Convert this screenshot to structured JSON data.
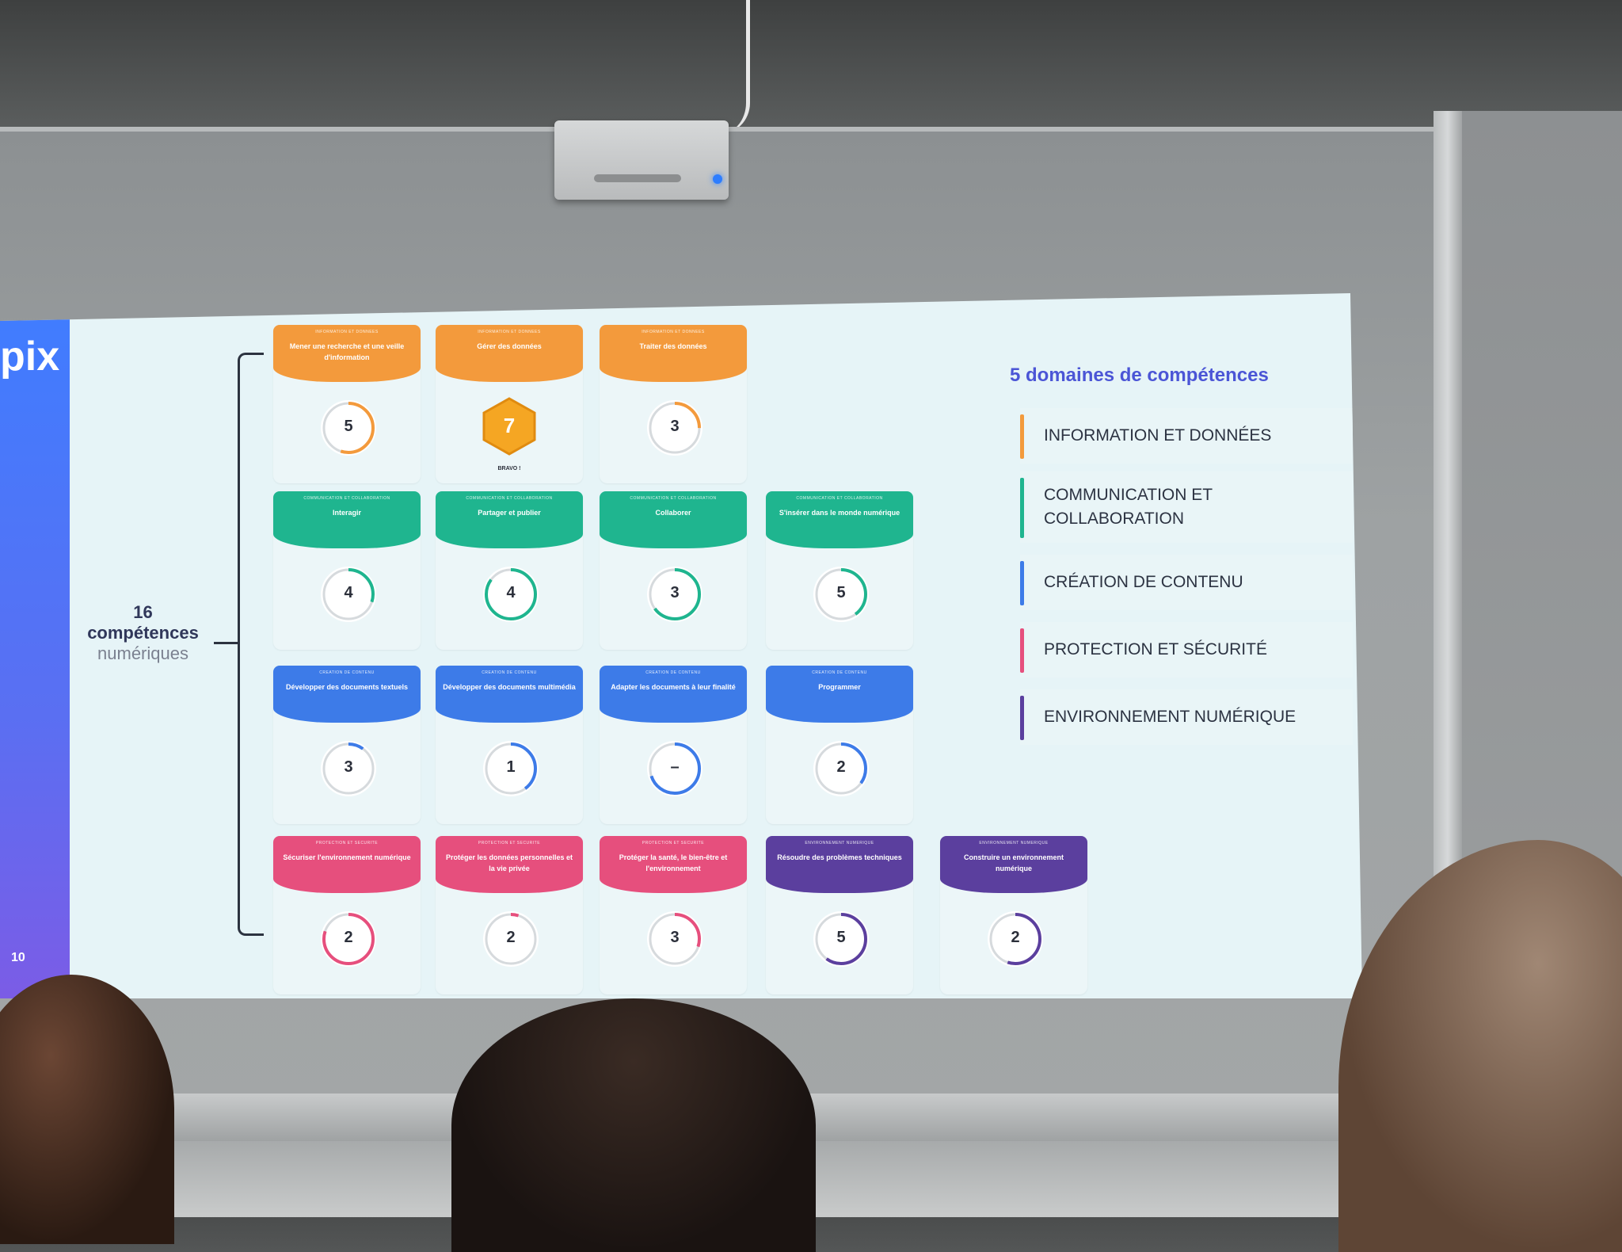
{
  "slide": {
    "logo": "pix",
    "page_number": "10",
    "total": {
      "count": "16",
      "line1": "compétences",
      "line2": "numériques"
    },
    "legend_title": "5 domaines de compétences",
    "domains": [
      {
        "label": "INFORMATION ET DONNÉES",
        "color": "#f39a3c"
      },
      {
        "label": "COMMUNICATION ET COLLABORATION",
        "color": "#1fb58f"
      },
      {
        "label": "CRÉATION DE CONTENU",
        "color": "#3d7be8"
      },
      {
        "label": "PROTECTION ET SÉCURITÉ",
        "color": "#e64f7d"
      },
      {
        "label": "ENVIRONNEMENT NUMÉRIQUE",
        "color": "#5b3f9e"
      }
    ],
    "cards": [
      {
        "domain": "INFORMATION ET DONNÉES",
        "title": "Mener une recherche et une veille d'information",
        "level": "5",
        "color": "#f39a3c",
        "progress": 0.55
      },
      {
        "domain": "INFORMATION ET DONNÉES",
        "title": "Gérer des données",
        "level": "7",
        "color": "#f39a3c",
        "badge": "BRAVO !"
      },
      {
        "domain": "INFORMATION ET DONNÉES",
        "title": "Traiter des données",
        "level": "3",
        "color": "#f39a3c",
        "progress": 0.25
      },
      {
        "domain": "COMMUNICATION ET COLLABORATION",
        "title": "Interagir",
        "level": "4",
        "color": "#1fb58f",
        "progress": 0.3
      },
      {
        "domain": "COMMUNICATION ET COLLABORATION",
        "title": "Partager et publier",
        "level": "4",
        "color": "#1fb58f",
        "progress": 0.85
      },
      {
        "domain": "COMMUNICATION ET COLLABORATION",
        "title": "Collaborer",
        "level": "3",
        "color": "#1fb58f",
        "progress": 0.65
      },
      {
        "domain": "COMMUNICATION ET COLLABORATION",
        "title": "S'insérer dans le monde numérique",
        "level": "5",
        "color": "#1fb58f",
        "progress": 0.4
      },
      {
        "domain": "CRÉATION DE CONTENU",
        "title": "Développer des documents textuels",
        "level": "3",
        "color": "#3d7be8",
        "progress": 0.1
      },
      {
        "domain": "CRÉATION DE CONTENU",
        "title": "Développer des documents multimédia",
        "level": "1",
        "color": "#3d7be8",
        "progress": 0.4
      },
      {
        "domain": "CRÉATION DE CONTENU",
        "title": "Adapter les documents à leur finalité",
        "level": "–",
        "color": "#3d7be8",
        "progress": 0.7
      },
      {
        "domain": "CRÉATION DE CONTENU",
        "title": "Programmer",
        "level": "2",
        "color": "#3d7be8",
        "progress": 0.35
      },
      {
        "domain": "PROTECTION ET SÉCURITÉ",
        "title": "Sécuriser l'environnement numérique",
        "level": "2",
        "color": "#e64f7d",
        "progress": 0.8
      },
      {
        "domain": "PROTECTION ET SÉCURITÉ",
        "title": "Protéger les données personnelles et la vie privée",
        "level": "2",
        "color": "#e64f7d",
        "progress": 0.05
      },
      {
        "domain": "PROTECTION ET SÉCURITÉ",
        "title": "Protéger la santé, le bien-être et l'environnement",
        "level": "3",
        "color": "#e64f7d",
        "progress": 0.3
      },
      {
        "domain": "ENVIRONNEMENT NUMÉRIQUE",
        "title": "Résoudre des problèmes techniques",
        "level": "5",
        "color": "#5b3f9e",
        "progress": 0.6
      },
      {
        "domain": "ENVIRONNEMENT NUMÉRIQUE",
        "title": "Construire un environnement numérique",
        "level": "2",
        "color": "#5b3f9e",
        "progress": 0.55
      }
    ]
  }
}
